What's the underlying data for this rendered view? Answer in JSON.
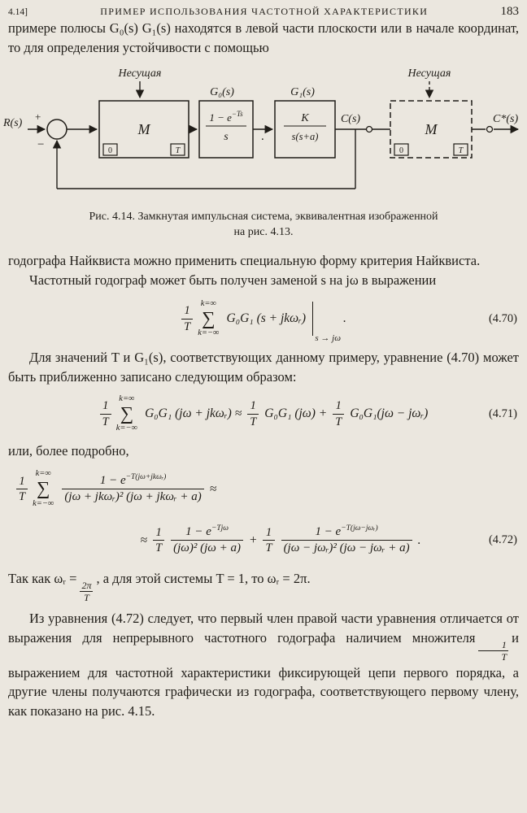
{
  "header": {
    "section": "4.14]",
    "title": "ПРИМЕР ИСПОЛЬЗОВАНИЯ ЧАСТОТНОЙ ХАРАКТЕРИСТИКИ",
    "page": "183"
  },
  "paragraphs": {
    "p1": "примере полюсы G₀(s) G₁(s) находятся в левой части плоскости или в начале координат, то для определения устойчивости с помощью",
    "p2": "годографа Найквиста можно применить специальную форму критерия Найквиста.",
    "p3": "Частотный годограф может быть получен заменой s на jω в выражении",
    "p4": "Для значений T и G₁(s), соответствующих данному примеру, уравнение (4.70) может быть приближенно записано следующим образом:",
    "p5": "или, более подробно,",
    "p6a": "Так как ωᵣ =",
    "p6_num": "2π",
    "p6_den": "T",
    "p6b": ", а для этой системы T = 1, то ωᵣ = 2π.",
    "p7a": "Из уравнения (4.72) следует, что первый член правой части уравнения отличается от выражения для непрерывного частотного годографа наличием множителя",
    "p7_num": "1",
    "p7_den": "T",
    "p7b": "и выражением для частотной характеристики фиксирующей цепи первого порядка, а другие члены получаются графически из годографа, соответствующего первому члену, как показано на рис. 4.15."
  },
  "figure": {
    "carrier1": "Несущая",
    "carrier2": "Несущая",
    "input": "R(s)",
    "plus": "+",
    "minus": "−",
    "m1": "M",
    "m1_zero": "0",
    "m1_t": "T",
    "g0_title": "G₀(s)",
    "g0_num_base": "1 − e",
    "g0_num_exp": "−Ts",
    "g0_den": "s",
    "dot": ".",
    "g1_title": "G₁(s)",
    "g1_num": "K",
    "g1_den": "s(s+a)",
    "out1": "C(s)",
    "m2": "M",
    "m2_zero": "0",
    "m2_t": "T",
    "out2": "C*(s)",
    "caption1": "Рис. 4.14. Замкнутая импульсная система, эквивалентная изображенной",
    "caption2": "на рис. 4.13."
  },
  "eq470": {
    "num": "1",
    "den": "T",
    "sum_up": "k=∞",
    "sum_lo": "k=−∞",
    "sigma": "∑",
    "body": "G₀G₁ (s + jkωᵣ)",
    "cond": "s → jω",
    "dot": ".",
    "tag": "(4.70)"
  },
  "eq471": {
    "f1n": "1",
    "f1d": "T",
    "sum_up": "k=∞",
    "sum_lo": "k=−∞",
    "sigma": "∑",
    "t1": "G₀G₁ (jω + jkωᵣ) ≈",
    "f2n": "1",
    "f2d": "T",
    "t2": "G₀G₁ (jω) +",
    "f3n": "1",
    "f3d": "T",
    "t3": "G₀G₁(jω − jωᵣ)",
    "tag": "(4.71)"
  },
  "eq472": {
    "f1n": "1",
    "f1d": "T",
    "sum_up": "k=∞",
    "sum_lo": "k=−∞",
    "sigma": "∑",
    "b1_base": "1 − e",
    "b1_exp": "−T(jω+jkωᵣ)",
    "b1_den": "(jω + jkωᵣ)² (jω + jkωᵣ + a)",
    "approx1": "≈",
    "approx2": "≈",
    "f2n": "1",
    "f2d": "T",
    "b2_base": "1 − e",
    "b2_exp": "−Tjω",
    "b2_den": "(jω)² (jω + a)",
    "plus": "+",
    "f3n": "1",
    "f3d": "T",
    "b3_base": "1 − e",
    "b3_exp": "−T(jω−jωᵣ)",
    "b3_den": "(jω − jωᵣ)² (jω − jωᵣ + a)",
    "dot": ".",
    "tag": "(4.72)"
  }
}
